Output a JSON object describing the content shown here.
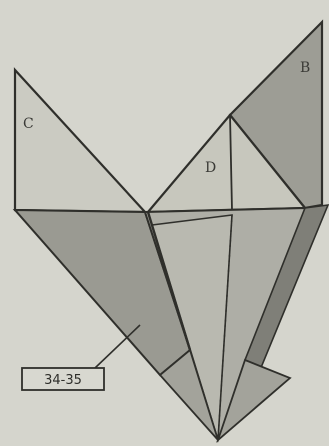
{
  "diagram": {
    "labels": {
      "c": "C",
      "b": "B",
      "d": "D"
    },
    "reference_box": "34-35"
  },
  "colors": {
    "background": "#d5d5cd",
    "paper_light": "#cfcfc5",
    "paper_mid": "#a9a9a0",
    "paper_dark": "#8a8a82",
    "outline": "#2a2a27"
  }
}
